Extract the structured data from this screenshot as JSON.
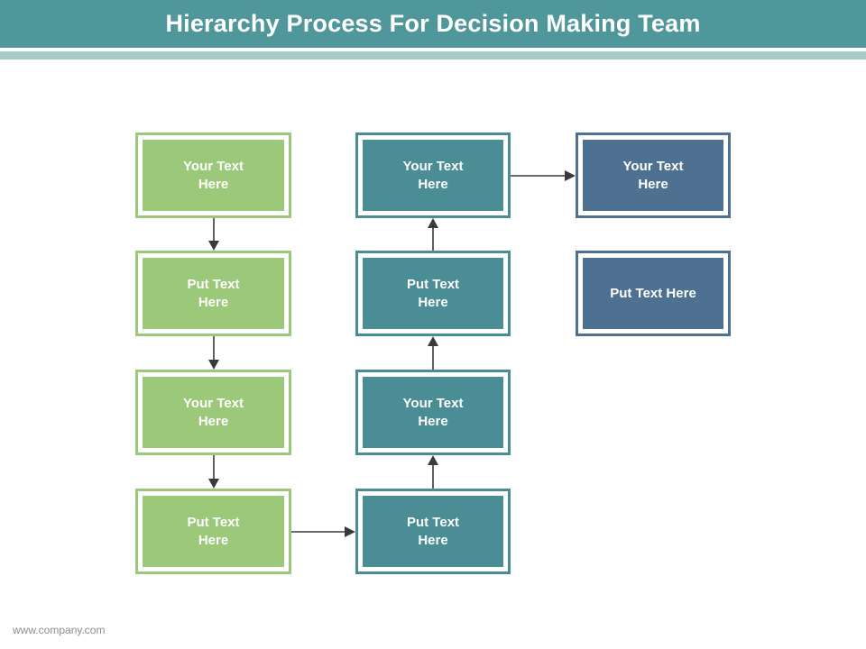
{
  "header": {
    "title": "Hierarchy Process For Decision Making Team",
    "bar_color": "#4F979A",
    "underline_color": "#A6CBC8",
    "title_color": "#FFFFFF"
  },
  "footer": {
    "text": "www.company.com",
    "color": "#8C8C8C"
  },
  "palette": {
    "green": "#9CC87A",
    "teal": "#4A8D94",
    "blue": "#4E7191",
    "arrow": "#3A3A3A",
    "box_inner_ring": "#FFFFFF",
    "background": "#FFFFFF"
  },
  "diagram": {
    "type": "hierarchy-flow",
    "columns": [
      {
        "name": "left-column",
        "color_key": "green"
      },
      {
        "name": "middle-column",
        "color_key": "teal"
      },
      {
        "name": "right-column",
        "color_key": "blue"
      }
    ],
    "nodes": [
      {
        "id": "green-1",
        "column": "left",
        "row": 1,
        "label": "Your Text\nHere"
      },
      {
        "id": "green-2",
        "column": "left",
        "row": 2,
        "label": "Put Text\nHere"
      },
      {
        "id": "green-3",
        "column": "left",
        "row": 3,
        "label": "Your Text\nHere"
      },
      {
        "id": "green-4",
        "column": "left",
        "row": 4,
        "label": "Put Text\nHere"
      },
      {
        "id": "teal-1",
        "column": "middle",
        "row": 1,
        "label": "Your Text\nHere"
      },
      {
        "id": "teal-2",
        "column": "middle",
        "row": 2,
        "label": "Put Text\nHere"
      },
      {
        "id": "teal-3",
        "column": "middle",
        "row": 3,
        "label": "Your Text\nHere"
      },
      {
        "id": "teal-4",
        "column": "middle",
        "row": 4,
        "label": "Put Text\nHere"
      },
      {
        "id": "blue-1",
        "column": "right",
        "row": 1,
        "label": "Your Text\nHere"
      },
      {
        "id": "blue-2",
        "column": "right",
        "row": 2,
        "label": "Put Text Here"
      }
    ],
    "arrows": [
      {
        "id": "arrow-green-1-to-2",
        "from": "green-1",
        "to": "green-2",
        "direction": "down"
      },
      {
        "id": "arrow-green-2-to-3",
        "from": "green-2",
        "to": "green-3",
        "direction": "down"
      },
      {
        "id": "arrow-green-3-to-4",
        "from": "green-3",
        "to": "green-4",
        "direction": "down"
      },
      {
        "id": "arrow-green-4-to-teal-4",
        "from": "green-4",
        "to": "teal-4",
        "direction": "right"
      },
      {
        "id": "arrow-teal-4-to-3",
        "from": "teal-4",
        "to": "teal-3",
        "direction": "up"
      },
      {
        "id": "arrow-teal-3-to-2",
        "from": "teal-3",
        "to": "teal-2",
        "direction": "up"
      },
      {
        "id": "arrow-teal-2-to-1",
        "from": "teal-2",
        "to": "teal-1",
        "direction": "up"
      },
      {
        "id": "arrow-teal-1-to-blue-1",
        "from": "teal-1",
        "to": "blue-1",
        "direction": "right"
      }
    ]
  }
}
